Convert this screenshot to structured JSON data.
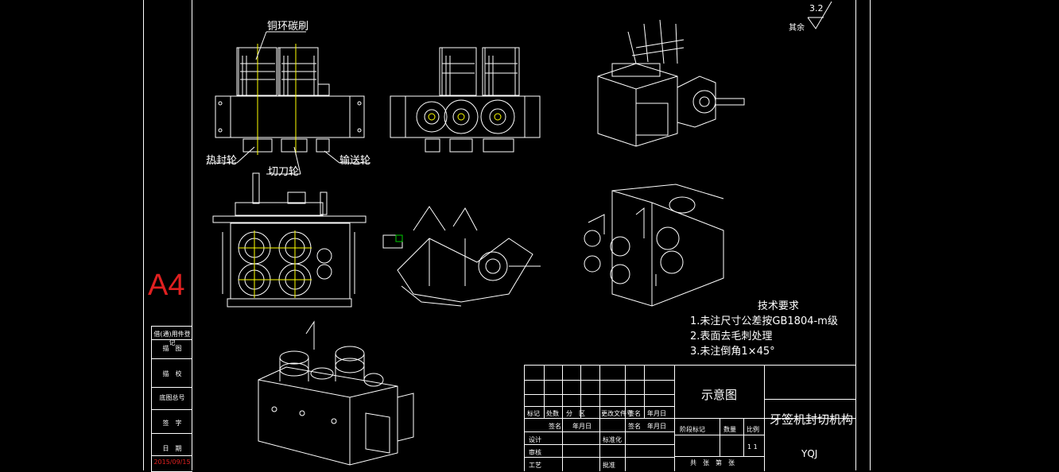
{
  "sheet": {
    "format_mark": "A4",
    "roughness_value": "3.2",
    "roughness_label": "其余"
  },
  "callouts": {
    "copper_ring_brush": "铜环碳刷",
    "heat_seal_wheel": "热封轮",
    "cutter_wheel": "切刀轮",
    "feed_wheel": "输送轮"
  },
  "technical_requirements": {
    "title": "技术要求",
    "items": [
      "1.未注尺寸公差按GB1804-m级",
      "2.表面去毛刺处理",
      "3.未注倒角1×45°"
    ]
  },
  "side_block": {
    "rows": [
      "借(通)用件登记",
      "描　图",
      "描　校",
      "底图总号",
      "签　字",
      "日　期"
    ],
    "date": "2015/09/15"
  },
  "title_block": {
    "change_headers": [
      "标记",
      "处数",
      "分　区",
      "更改文件号",
      "签名",
      "年月日"
    ],
    "sign_row": [
      "签名",
      "年月日",
      "签名",
      "年月日"
    ],
    "roles": [
      "设计",
      "审核",
      "工艺"
    ],
    "standardization": "标准化",
    "approve": "批准",
    "stage_headers": [
      "阶段标记",
      "数量",
      "比例"
    ],
    "sheet_info": "共　张　第　张",
    "drawing_title": "示意图",
    "part_name": "牙签机封切机构",
    "drawing_code": "YQJ",
    "scale_marks": "1  1"
  }
}
